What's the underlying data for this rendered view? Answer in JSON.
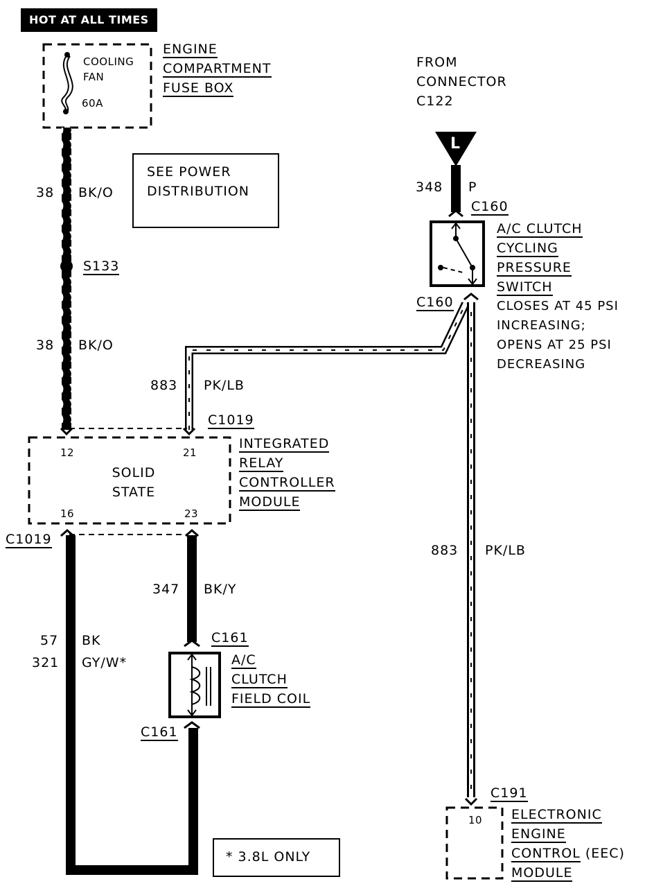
{
  "header": {
    "hot_label": "HOT AT ALL TIMES"
  },
  "fuse_box": {
    "fuse_name": [
      "COOLING",
      "FAN"
    ],
    "fuse_rating": "60A",
    "title": [
      "ENGINE",
      "COMPARTMENT",
      "FUSE BOX"
    ]
  },
  "note_power": [
    "SEE POWER",
    "DISTRIBUTION"
  ],
  "wires": {
    "w38_top": {
      "num": "38",
      "color": "BK/O"
    },
    "w38_bottom": {
      "num": "38",
      "color": "BK/O"
    },
    "w883_left": {
      "num": "883",
      "color": "PK/LB"
    },
    "w883_right": {
      "num": "883",
      "color": "PK/LB"
    },
    "w347": {
      "num": "347",
      "color": "BK/Y"
    },
    "w57": {
      "num": "57",
      "color": "BK"
    },
    "w321": {
      "num": "321",
      "color": "GY/W*"
    },
    "w348": {
      "num": "348",
      "color": "P"
    }
  },
  "splice": "S133",
  "from_connector": [
    "FROM",
    "CONNECTOR",
    "C122"
  ],
  "connector_arrow_letter": "L",
  "connectors": {
    "c160_top": "C160",
    "c160_bottom": "C160",
    "c1019_top": "C1019",
    "c1019_bottom": "C1019",
    "c161_top": "C161",
    "c161_bottom": "C161",
    "c191": "C191"
  },
  "pressure_switch": {
    "title": [
      "A/C CLUTCH",
      "CYCLING",
      "PRESSURE",
      "SWITCH"
    ],
    "desc": [
      "CLOSES AT 45 PSI",
      "INCREASING;",
      "OPENS AT 25 PSI",
      "DECREASING"
    ]
  },
  "relay_module": {
    "pins": {
      "p12": "12",
      "p21": "21",
      "p16": "16",
      "p23": "23"
    },
    "inner": [
      "SOLID",
      "STATE"
    ],
    "title": [
      "INTEGRATED",
      "RELAY",
      "CONTROLLER",
      "MODULE"
    ]
  },
  "field_coil": {
    "title": [
      "A/C",
      "CLUTCH",
      "FIELD COIL"
    ]
  },
  "eec": {
    "pin": "10",
    "title": [
      "ELECTRONIC",
      "ENGINE",
      "CONTROL",
      "MODULE"
    ],
    "title_suffix": "(EEC)"
  },
  "footnote": "* 3.8L ONLY"
}
